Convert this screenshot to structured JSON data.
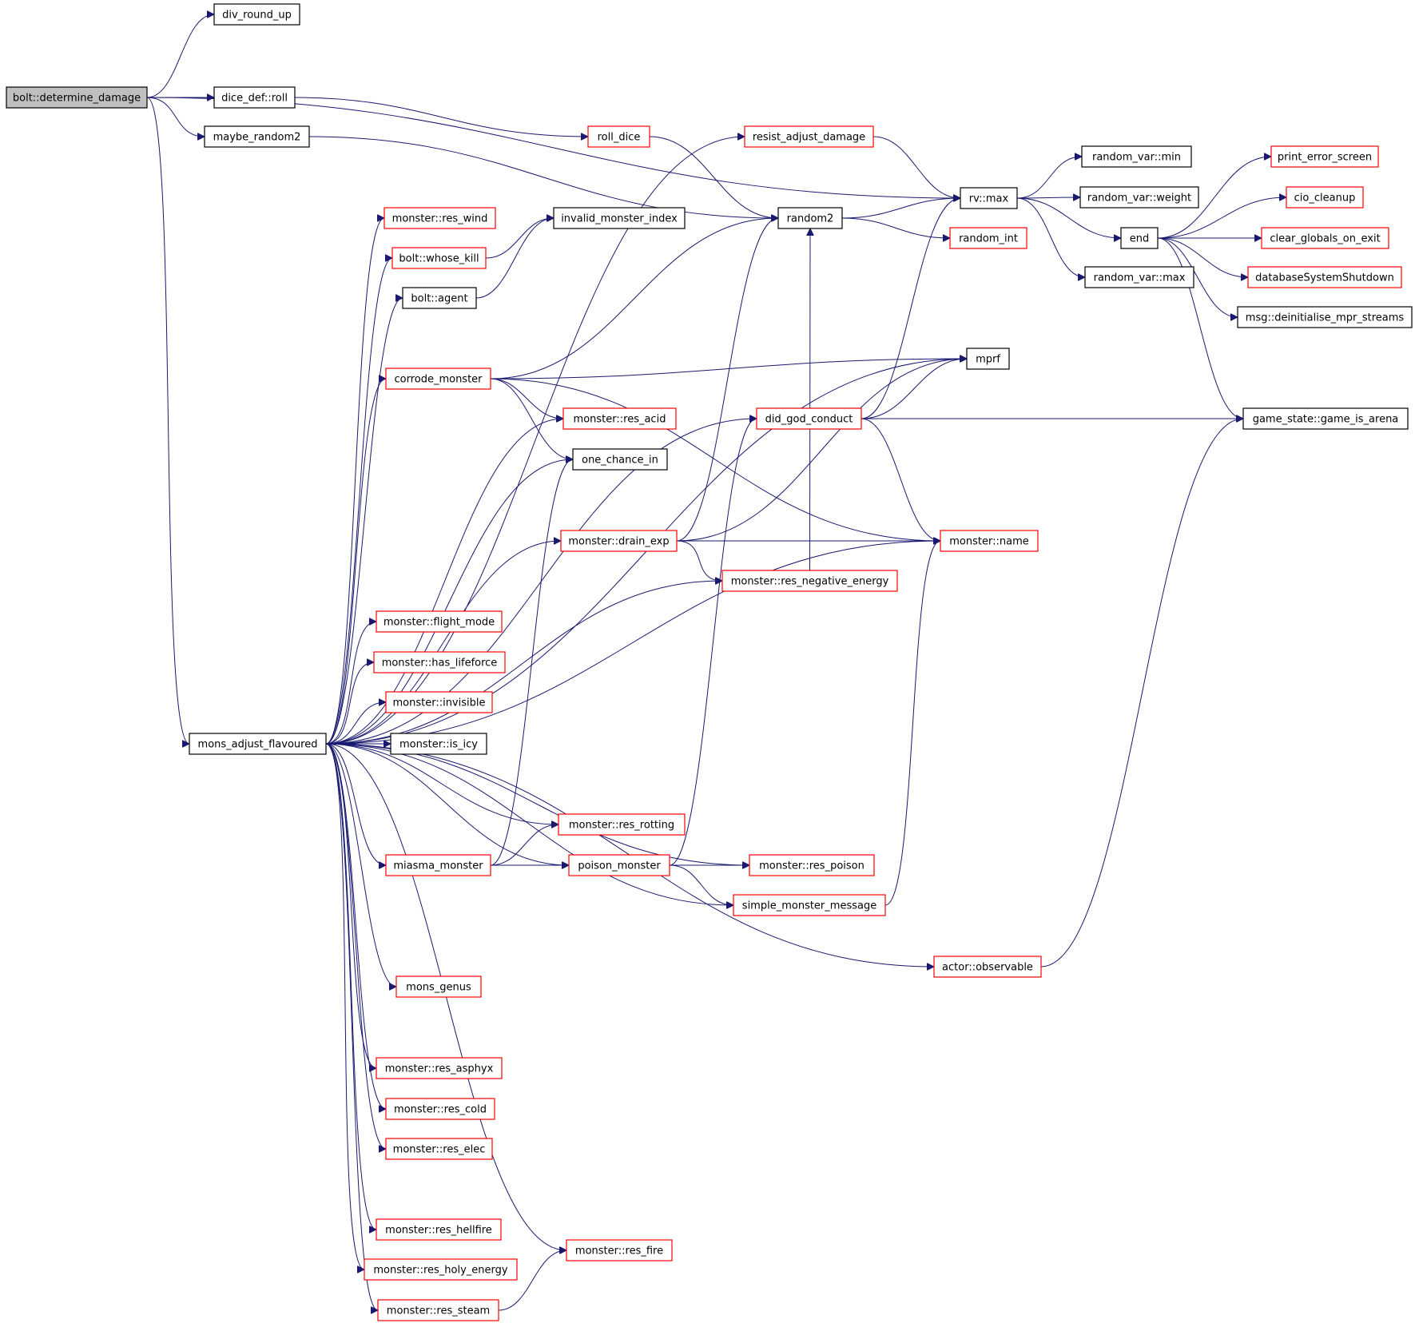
{
  "colors": {
    "edge": "#191970",
    "root_fill": "#bfbfbf",
    "node_border_black": "#000000",
    "node_border_red": "#ff0000",
    "node_fill": "#ffffff"
  },
  "nodes": [
    {
      "id": "n_bdd",
      "label": "bolt::determine_damage",
      "border": "black",
      "root": true
    },
    {
      "id": "n_dru",
      "label": "div_round_up",
      "border": "black"
    },
    {
      "id": "n_ddr",
      "label": "dice_def::roll",
      "border": "black"
    },
    {
      "id": "n_mr2",
      "label": "maybe_random2",
      "border": "black"
    },
    {
      "id": "n_rd",
      "label": "roll_dice",
      "border": "red"
    },
    {
      "id": "n_rad",
      "label": "resist_adjust_damage",
      "border": "red"
    },
    {
      "id": "n_rvmax",
      "label": "rv::max",
      "border": "black"
    },
    {
      "id": "n_r2",
      "label": "random2",
      "border": "black"
    },
    {
      "id": "n_rint",
      "label": "random_int",
      "border": "red"
    },
    {
      "id": "n_rvmin",
      "label": "random_var::min",
      "border": "black"
    },
    {
      "id": "n_rvw",
      "label": "random_var::weight",
      "border": "black"
    },
    {
      "id": "n_end",
      "label": "end",
      "border": "black"
    },
    {
      "id": "n_rvm2",
      "label": "random_var::max",
      "border": "black"
    },
    {
      "id": "n_pes",
      "label": "print_error_screen",
      "border": "red"
    },
    {
      "id": "n_cio",
      "label": "cio_cleanup",
      "border": "red"
    },
    {
      "id": "n_cgoe",
      "label": "clear_globals_on_exit",
      "border": "red"
    },
    {
      "id": "n_dss",
      "label": "databaseSystemShutdown",
      "border": "red"
    },
    {
      "id": "n_msg",
      "label": "msg::deinitialise_mpr_streams",
      "border": "black"
    },
    {
      "id": "n_gsa",
      "label": "game_state::game_is_arena",
      "border": "black"
    },
    {
      "id": "n_mw",
      "label": "monster::res_wind",
      "border": "red"
    },
    {
      "id": "n_bwk",
      "label": "bolt::whose_kill",
      "border": "red"
    },
    {
      "id": "n_imi",
      "label": "invalid_monster_index",
      "border": "black"
    },
    {
      "id": "n_ba",
      "label": "bolt::agent",
      "border": "black"
    },
    {
      "id": "n_cm",
      "label": "corrode_monster",
      "border": "red"
    },
    {
      "id": "n_mprf",
      "label": "mprf",
      "border": "black"
    },
    {
      "id": "n_mra",
      "label": "monster::res_acid",
      "border": "red"
    },
    {
      "id": "n_dgc",
      "label": "did_god_conduct",
      "border": "red"
    },
    {
      "id": "n_oci",
      "label": "one_chance_in",
      "border": "black"
    },
    {
      "id": "n_mde",
      "label": "monster::drain_exp",
      "border": "red"
    },
    {
      "id": "n_mname",
      "label": "monster::name",
      "border": "red"
    },
    {
      "id": "n_mrne",
      "label": "monster::res_negative_energy",
      "border": "red"
    },
    {
      "id": "n_mfm",
      "label": "monster::flight_mode",
      "border": "red"
    },
    {
      "id": "n_mhl",
      "label": "monster::has_lifeforce",
      "border": "red"
    },
    {
      "id": "n_minv",
      "label": "monster::invisible",
      "border": "red"
    },
    {
      "id": "n_maf",
      "label": "mons_adjust_flavoured",
      "border": "black"
    },
    {
      "id": "n_mic",
      "label": "monster::is_icy",
      "border": "black"
    },
    {
      "id": "n_mrr",
      "label": "monster::res_rotting",
      "border": "red"
    },
    {
      "id": "n_mm",
      "label": "miasma_monster",
      "border": "red"
    },
    {
      "id": "n_pm",
      "label": "poison_monster",
      "border": "red"
    },
    {
      "id": "n_mrp",
      "label": "monster::res_poison",
      "border": "red"
    },
    {
      "id": "n_smm",
      "label": "simple_monster_message",
      "border": "red"
    },
    {
      "id": "n_aobs",
      "label": "actor::observable",
      "border": "red"
    },
    {
      "id": "n_mg",
      "label": "mons_genus",
      "border": "red"
    },
    {
      "id": "n_mras",
      "label": "monster::res_asphyx",
      "border": "red"
    },
    {
      "id": "n_mrc",
      "label": "monster::res_cold",
      "border": "red"
    },
    {
      "id": "n_mrel",
      "label": "monster::res_elec",
      "border": "red"
    },
    {
      "id": "n_mrhf",
      "label": "monster::res_hellfire",
      "border": "red"
    },
    {
      "id": "n_mrf",
      "label": "monster::res_fire",
      "border": "red"
    },
    {
      "id": "n_mrhe",
      "label": "monster::res_holy_energy",
      "border": "red"
    },
    {
      "id": "n_mrs",
      "label": "monster::res_steam",
      "border": "red"
    }
  ],
  "edges": [
    [
      "n_bdd",
      "n_dru"
    ],
    [
      "n_bdd",
      "n_rvmax"
    ],
    [
      "n_bdd",
      "n_ddr"
    ],
    [
      "n_bdd",
      "n_mr2"
    ],
    [
      "n_bdd",
      "n_maf"
    ],
    [
      "n_ddr",
      "n_rd"
    ],
    [
      "n_mr2",
      "n_r2"
    ],
    [
      "n_rd",
      "n_r2"
    ],
    [
      "n_rad",
      "n_rvmax"
    ],
    [
      "n_rvmax",
      "n_rvmin"
    ],
    [
      "n_rvmax",
      "n_rvw"
    ],
    [
      "n_rvmax",
      "n_end"
    ],
    [
      "n_rvmax",
      "n_rvm2"
    ],
    [
      "n_r2",
      "n_rvmax"
    ],
    [
      "n_r2",
      "n_rint"
    ],
    [
      "n_end",
      "n_pes"
    ],
    [
      "n_end",
      "n_cio"
    ],
    [
      "n_end",
      "n_cgoe"
    ],
    [
      "n_end",
      "n_dss"
    ],
    [
      "n_end",
      "n_msg"
    ],
    [
      "n_end",
      "n_gsa"
    ],
    [
      "n_bwk",
      "n_imi"
    ],
    [
      "n_ba",
      "n_imi"
    ],
    [
      "n_cm",
      "n_r2"
    ],
    [
      "n_cm",
      "n_mprf"
    ],
    [
      "n_cm",
      "n_mra"
    ],
    [
      "n_cm",
      "n_oci"
    ],
    [
      "n_cm",
      "n_mname"
    ],
    [
      "n_dgc",
      "n_rvmax"
    ],
    [
      "n_dgc",
      "n_mprf"
    ],
    [
      "n_dgc",
      "n_gsa"
    ],
    [
      "n_dgc",
      "n_mname"
    ],
    [
      "n_mde",
      "n_r2"
    ],
    [
      "n_mde",
      "n_mprf"
    ],
    [
      "n_mde",
      "n_mname"
    ],
    [
      "n_mde",
      "n_mrne"
    ],
    [
      "n_mrne",
      "n_r2"
    ],
    [
      "n_mm",
      "n_oci"
    ],
    [
      "n_mm",
      "n_mrr"
    ],
    [
      "n_mm",
      "n_pm"
    ],
    [
      "n_pm",
      "n_dgc"
    ],
    [
      "n_pm",
      "n_mrp"
    ],
    [
      "n_pm",
      "n_smm"
    ],
    [
      "n_smm",
      "n_mname"
    ],
    [
      "n_aobs",
      "n_gsa"
    ],
    [
      "n_mrs",
      "n_mrf"
    ],
    [
      "n_maf",
      "n_rad"
    ],
    [
      "n_maf",
      "n_mw"
    ],
    [
      "n_maf",
      "n_bwk"
    ],
    [
      "n_maf",
      "n_ba"
    ],
    [
      "n_maf",
      "n_mprf"
    ],
    [
      "n_maf",
      "n_cm"
    ],
    [
      "n_maf",
      "n_mra"
    ],
    [
      "n_maf",
      "n_oci"
    ],
    [
      "n_maf",
      "n_dgc"
    ],
    [
      "n_maf",
      "n_mde"
    ],
    [
      "n_maf",
      "n_mrne"
    ],
    [
      "n_maf",
      "n_mfm"
    ],
    [
      "n_maf",
      "n_mhl"
    ],
    [
      "n_maf",
      "n_minv"
    ],
    [
      "n_maf",
      "n_mic"
    ],
    [
      "n_maf",
      "n_mname"
    ],
    [
      "n_maf",
      "n_mrr"
    ],
    [
      "n_maf",
      "n_mm"
    ],
    [
      "n_maf",
      "n_pm"
    ],
    [
      "n_maf",
      "n_mrp"
    ],
    [
      "n_maf",
      "n_smm"
    ],
    [
      "n_maf",
      "n_mg"
    ],
    [
      "n_maf",
      "n_mras"
    ],
    [
      "n_maf",
      "n_mrc"
    ],
    [
      "n_maf",
      "n_mrel"
    ],
    [
      "n_maf",
      "n_mrhf"
    ],
    [
      "n_maf",
      "n_mrf"
    ],
    [
      "n_maf",
      "n_mrhe"
    ],
    [
      "n_maf",
      "n_mrs"
    ],
    [
      "n_maf",
      "n_aobs"
    ]
  ]
}
